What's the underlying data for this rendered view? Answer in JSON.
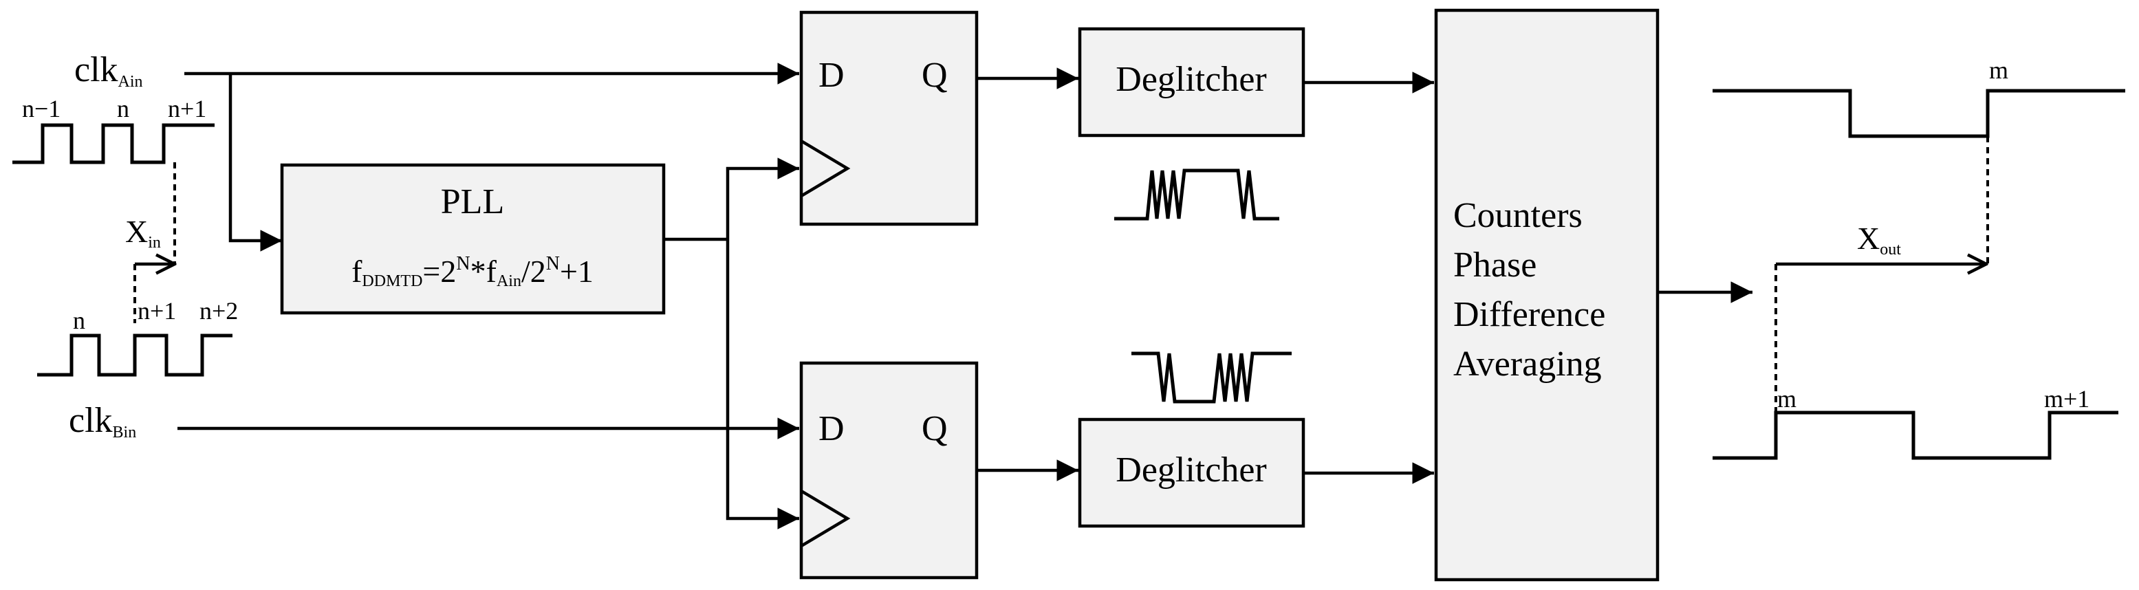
{
  "inputs": {
    "clk_a": {
      "base": "clk",
      "sub": "Ain"
    },
    "clk_b": {
      "base": "clk",
      "sub": "Bin"
    }
  },
  "waveform_a": {
    "labels": [
      "n−1",
      "n",
      "n+1"
    ]
  },
  "waveform_b": {
    "labels": [
      "n",
      "n+1",
      "n+2"
    ]
  },
  "x_in": {
    "base": "X",
    "sub": "in"
  },
  "pll": {
    "title": "PLL",
    "f": "f",
    "f_sub": "DDMTD",
    "eq": "=2",
    "sup_n1": "N",
    "mid": "*f",
    "f_ain_sub": "Ain",
    "slash": "/2",
    "sup_n2": "N",
    "tail": "+1"
  },
  "flipflops": {
    "d": "D",
    "q": "Q"
  },
  "deglitcher": {
    "label": "Deglitcher"
  },
  "counters": {
    "lines": [
      "Counters",
      "Phase",
      "Difference",
      "Averaging"
    ]
  },
  "output": {
    "top_label": "m",
    "x_out": {
      "base": "X",
      "sub": "out"
    },
    "bottom_labels": [
      "m",
      "m+1"
    ]
  }
}
